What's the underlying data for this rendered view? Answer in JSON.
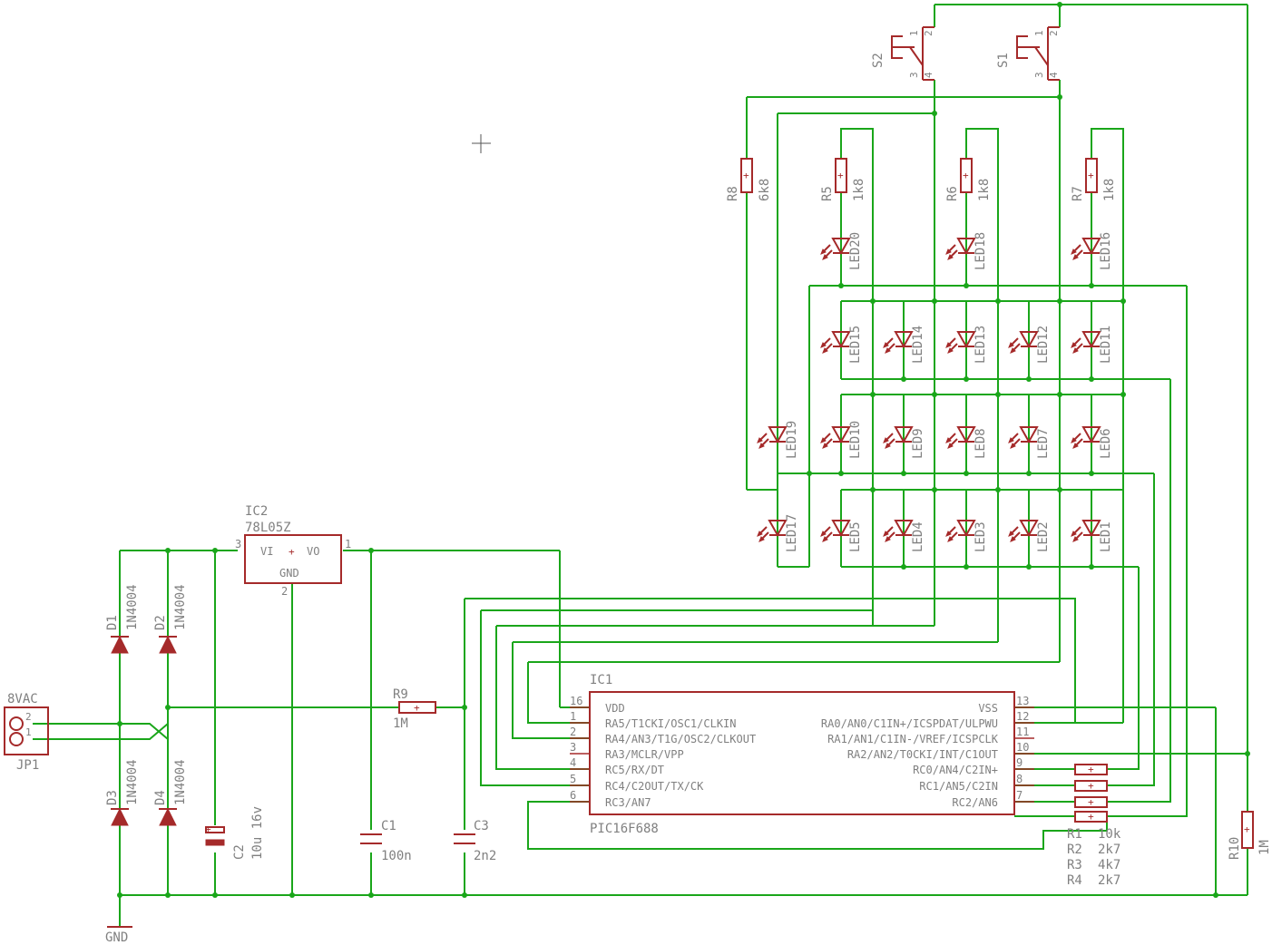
{
  "power": {
    "connector_name": "JP1",
    "connector_value": "8VAC",
    "connector_pin1": "1",
    "connector_pin2": "2",
    "gnd_label": "GND"
  },
  "diodes": [
    {
      "name": "D1",
      "value": "1N4004"
    },
    {
      "name": "D2",
      "value": "1N4004"
    },
    {
      "name": "D3",
      "value": "1N4004"
    },
    {
      "name": "D4",
      "value": "1N4004"
    }
  ],
  "regulator": {
    "name": "IC2",
    "value": "78L05Z",
    "pin_vi": "VI",
    "pin_vo": "VO",
    "pin_gnd": "GND",
    "pin_in": "3",
    "pin_out": "1",
    "pin_gnd_no": "2"
  },
  "capacitors": [
    {
      "name": "C2",
      "value": "10u 16v"
    },
    {
      "name": "C1",
      "value": "100n"
    },
    {
      "name": "C3",
      "value": "2n2"
    }
  ],
  "resistors": {
    "R9": {
      "name": "R9",
      "value": "1M"
    },
    "R10": {
      "name": "R10",
      "value": "1M"
    },
    "R8": {
      "name": "R8",
      "value": "6k8"
    },
    "R5": {
      "name": "R5",
      "value": "1k8"
    },
    "R6": {
      "name": "R6",
      "value": "1k8"
    },
    "R7": {
      "name": "R7",
      "value": "1k8"
    },
    "bank": [
      {
        "name": "R1",
        "value": "10k"
      },
      {
        "name": "R2",
        "value": "2k7"
      },
      {
        "name": "R3",
        "value": "4k7"
      },
      {
        "name": "R4",
        "value": "2k7"
      }
    ]
  },
  "switches": [
    {
      "name": "S2",
      "pins": [
        "1",
        "2",
        "3",
        "4"
      ]
    },
    {
      "name": "S1",
      "pins": [
        "1",
        "2",
        "3",
        "4"
      ]
    }
  ],
  "leds": {
    "top": [
      "LED20",
      "LED18",
      "LED16"
    ],
    "row1": [
      "LED15",
      "LED14",
      "LED13",
      "LED12",
      "LED11"
    ],
    "row2": [
      "LED19",
      "LED10",
      "LED9",
      "LED8",
      "LED7",
      "LED6"
    ],
    "row3": [
      "LED17",
      "LED5",
      "LED4",
      "LED3",
      "LED2",
      "LED1"
    ]
  },
  "mcu": {
    "name": "IC1",
    "value": "PIC16F688",
    "left_pins": [
      {
        "no": "16",
        "label": "VDD"
      },
      {
        "no": "1",
        "label": "RA5/T1CKI/OSC1/CLKIN"
      },
      {
        "no": "2",
        "label": "RA4/AN3/T1G/OSC2/CLKOUT"
      },
      {
        "no": "3",
        "label": "RA3/MCLR/VPP"
      },
      {
        "no": "4",
        "label": "RC5/RX/DT"
      },
      {
        "no": "5",
        "label": "RC4/C2OUT/TX/CK"
      },
      {
        "no": "6",
        "label": "RC3/AN7"
      }
    ],
    "right_pins": [
      {
        "no": "13",
        "label": "VSS"
      },
      {
        "no": "12",
        "label": "RA0/AN0/C1IN+/ICSPDAT/ULPWU"
      },
      {
        "no": "11",
        "label": "RA1/AN1/C1IN-/VREF/ICSPCLK"
      },
      {
        "no": "10",
        "label": "RA2/AN2/T0CKI/INT/C1OUT"
      },
      {
        "no": "9",
        "label": "RC0/AN4/C2IN+"
      },
      {
        "no": "8",
        "label": "RC1/AN5/C2IN"
      },
      {
        "no": "7",
        "label": "RC2/AN6"
      }
    ]
  },
  "colors": {
    "wire": "#1aa61a",
    "part": "#a52a2a",
    "text": "#808080"
  }
}
